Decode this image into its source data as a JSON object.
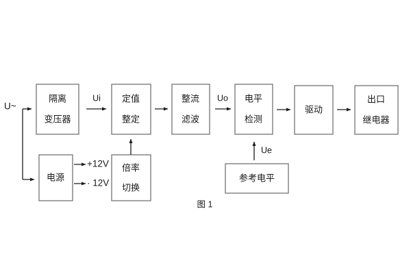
{
  "figure": {
    "caption": "图 1",
    "background_color": "#ffffff",
    "box_stroke_color": "#7d7d7d",
    "wire_color": "#1c1c1c",
    "text_color": "#1a1a1a"
  },
  "blocks": [
    {
      "id": "isolation-transformer",
      "line1": "隔离",
      "line2": "变压器"
    },
    {
      "id": "setting-adjust",
      "line1": "定值",
      "line2": "整定"
    },
    {
      "id": "rectify-filter",
      "line1": "整流",
      "line2": "滤波"
    },
    {
      "id": "level-detect",
      "line1": "电平",
      "line2": "检测"
    },
    {
      "id": "drive",
      "line1": "驱动",
      "line2": ""
    },
    {
      "id": "output-relay",
      "line1": "出口",
      "line2": "继电器"
    },
    {
      "id": "power-supply",
      "line1": "电源",
      "line2": ""
    },
    {
      "id": "multiplier-switch",
      "line1": "倍率",
      "line2": "切换"
    },
    {
      "id": "reference-level",
      "line1": "参考电平",
      "line2": ""
    }
  ],
  "signals": {
    "input_source": "U~",
    "ui": "Ui",
    "uo": "Uo",
    "ue": "Ue",
    "rail_positive": "+12V",
    "rail_negative": "· 12V"
  }
}
